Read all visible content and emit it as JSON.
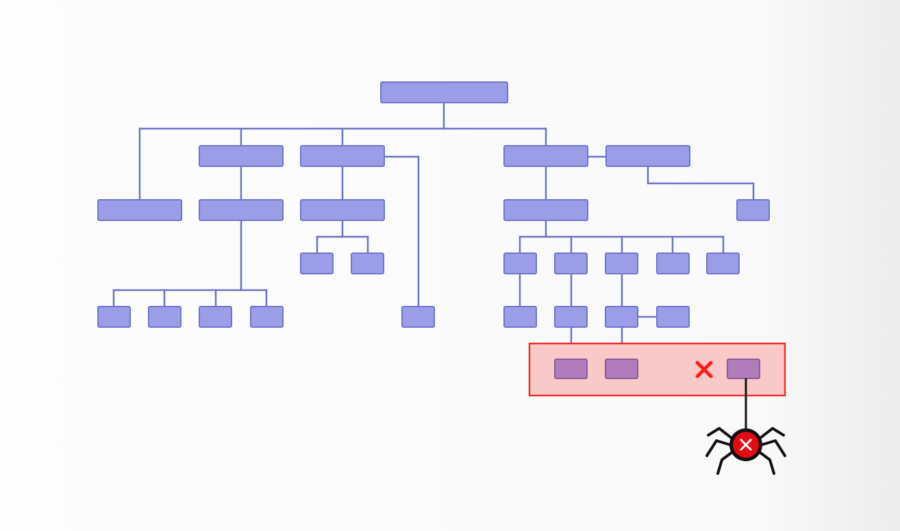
{
  "diagram": {
    "type": "tree",
    "nodes": [
      {
        "id": "root"
      },
      {
        "id": "leaf-a"
      },
      {
        "id": "b"
      },
      {
        "id": "b1"
      },
      {
        "id": "b1-1"
      },
      {
        "id": "b1-2"
      },
      {
        "id": "b1-3"
      },
      {
        "id": "b1-4"
      },
      {
        "id": "c"
      },
      {
        "id": "c1"
      },
      {
        "id": "c1-1"
      },
      {
        "id": "c1-2"
      },
      {
        "id": "c-side"
      },
      {
        "id": "d"
      },
      {
        "id": "e"
      },
      {
        "id": "e1"
      },
      {
        "id": "d1"
      },
      {
        "id": "d1-1"
      },
      {
        "id": "d1-2"
      },
      {
        "id": "d1-3"
      },
      {
        "id": "d1-4"
      },
      {
        "id": "d1-5"
      },
      {
        "id": "d1-1a"
      },
      {
        "id": "d1-2a"
      },
      {
        "id": "d1-3a"
      },
      {
        "id": "d1-3b"
      },
      {
        "id": "d1-2a-child",
        "flagged": true
      },
      {
        "id": "d1-3a-child",
        "flagged": true
      },
      {
        "id": "orphan",
        "flagged": true,
        "broken_link": true
      }
    ],
    "edges": [
      [
        "root",
        "leaf-a"
      ],
      [
        "root",
        "b"
      ],
      [
        "root",
        "c"
      ],
      [
        "root",
        "d"
      ],
      [
        "b",
        "b1"
      ],
      [
        "b1",
        "b1-1"
      ],
      [
        "b1",
        "b1-2"
      ],
      [
        "b1",
        "b1-3"
      ],
      [
        "b1",
        "b1-4"
      ],
      [
        "c",
        "c1"
      ],
      [
        "c1",
        "c1-1"
      ],
      [
        "c1",
        "c1-2"
      ],
      [
        "c",
        "c-side"
      ],
      [
        "d",
        "e"
      ],
      [
        "e",
        "e1"
      ],
      [
        "d",
        "d1"
      ],
      [
        "d1",
        "d1-1"
      ],
      [
        "d1",
        "d1-2"
      ],
      [
        "d1",
        "d1-3"
      ],
      [
        "d1",
        "d1-4"
      ],
      [
        "d1",
        "d1-5"
      ],
      [
        "d1-1",
        "d1-1a"
      ],
      [
        "d1-2",
        "d1-2a"
      ],
      [
        "d1-3",
        "d1-3a"
      ],
      [
        "d1-3a",
        "d1-3b"
      ],
      [
        "d1-2a",
        "d1-2a-child"
      ],
      [
        "d1-3a",
        "d1-3a-child"
      ]
    ],
    "error_highlight": {
      "members": [
        "d1-2a-child",
        "d1-3a-child",
        "orphan"
      ],
      "marker_icon": "red-x-icon",
      "bug_icon": "spider-icon"
    }
  },
  "colors": {
    "node_fill": "#9b9ee6",
    "node_border": "#6f75cc",
    "line": "#6b73c4",
    "flagged_fill": "#b07cbc",
    "flagged_border": "#8a5a99",
    "error_box_fill": "#f9c8c8",
    "error_box_border": "#ee2f2f",
    "error_mark": "#ff1a1a",
    "spider_body": "#e30b14",
    "spider_legs": "#111111",
    "background": "#fafafa"
  }
}
